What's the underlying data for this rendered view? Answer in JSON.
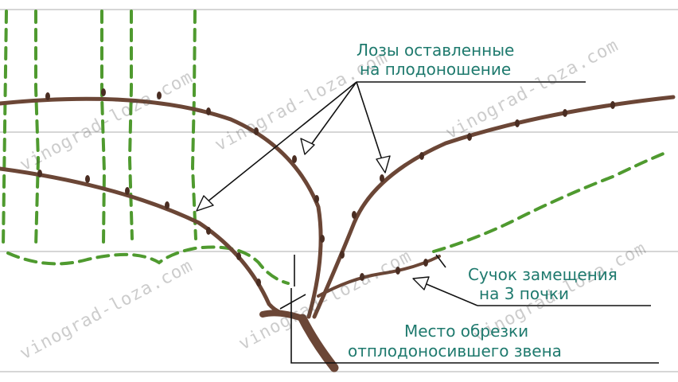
{
  "labels": {
    "fruiting_canes_line1": "Лозы оставленные",
    "fruiting_canes_line2": "на плодоношение",
    "replacement_spur_line1": "Сучок замещения",
    "replacement_spur_line2": "на 3 почки",
    "cut_place_line1": "Место обрезки",
    "cut_place_line2": "отплодоносившего звена"
  },
  "watermark": "vinograd-loza.com",
  "colors": {
    "trellis_wire": "#c9c9c9",
    "cane": "#6b4636",
    "bud": "#4a2d22",
    "tendril": "#4f9a2f",
    "label_text": "#1f7a6e",
    "pointer": "#111111"
  }
}
